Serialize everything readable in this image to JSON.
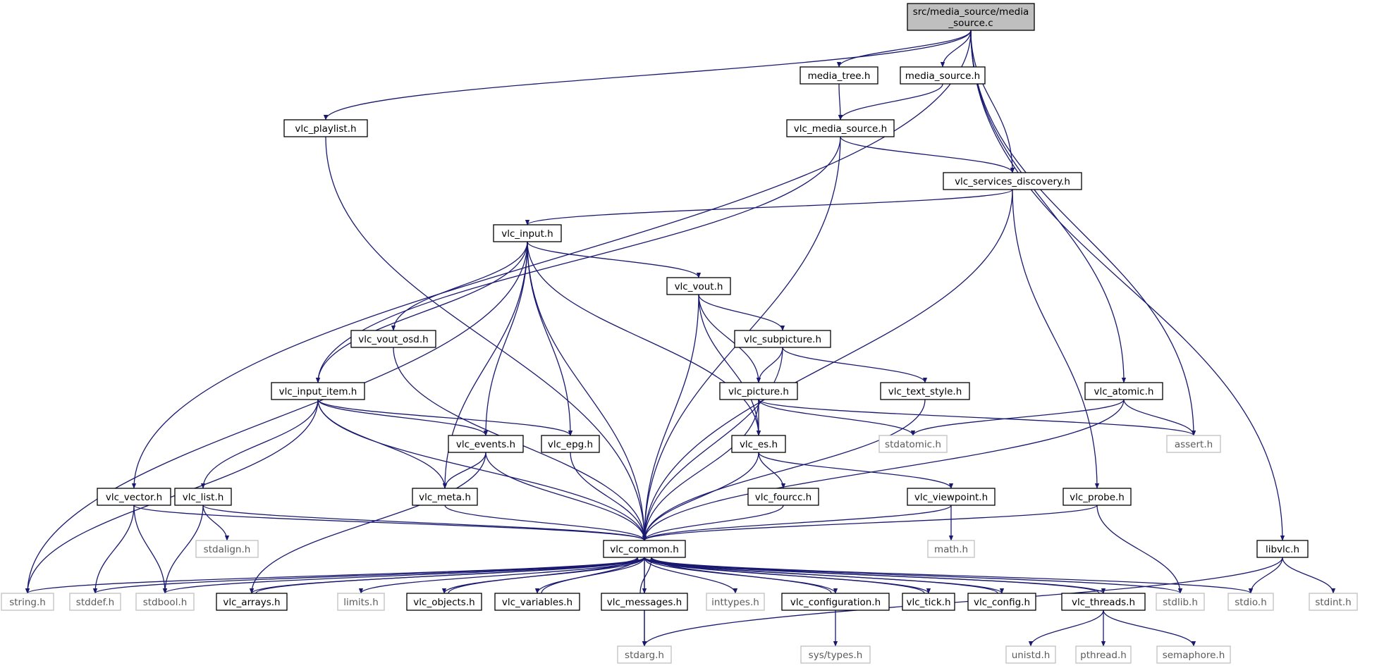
{
  "graph": {
    "title": "",
    "edge_color": "#191970",
    "root_fill": "#bfbfbf",
    "project_border": "#000000",
    "system_border": "#bfbfbf",
    "nodes": [
      {
        "id": "root",
        "lines": [
          "src/media_source/media",
          "_source.c"
        ],
        "kind": "root"
      },
      {
        "id": "media_tree",
        "lines": [
          "media_tree.h"
        ],
        "kind": "project"
      },
      {
        "id": "media_source",
        "lines": [
          "media_source.h"
        ],
        "kind": "project"
      },
      {
        "id": "vlc_playlist",
        "lines": [
          "vlc_playlist.h"
        ],
        "kind": "project"
      },
      {
        "id": "vlc_media_source",
        "lines": [
          "vlc_media_source.h"
        ],
        "kind": "project"
      },
      {
        "id": "vlc_services_discovery",
        "lines": [
          "vlc_services_discovery.h"
        ],
        "kind": "project"
      },
      {
        "id": "vlc_input",
        "lines": [
          "vlc_input.h"
        ],
        "kind": "project"
      },
      {
        "id": "vlc_vout",
        "lines": [
          "vlc_vout.h"
        ],
        "kind": "project"
      },
      {
        "id": "vlc_vout_osd",
        "lines": [
          "vlc_vout_osd.h"
        ],
        "kind": "project"
      },
      {
        "id": "vlc_subpicture",
        "lines": [
          "vlc_subpicture.h"
        ],
        "kind": "project"
      },
      {
        "id": "vlc_input_item",
        "lines": [
          "vlc_input_item.h"
        ],
        "kind": "project"
      },
      {
        "id": "vlc_picture",
        "lines": [
          "vlc_picture.h"
        ],
        "kind": "project"
      },
      {
        "id": "vlc_text_style",
        "lines": [
          "vlc_text_style.h"
        ],
        "kind": "project"
      },
      {
        "id": "vlc_atomic",
        "lines": [
          "vlc_atomic.h"
        ],
        "kind": "project"
      },
      {
        "id": "vlc_events",
        "lines": [
          "vlc_events.h"
        ],
        "kind": "project"
      },
      {
        "id": "vlc_epg",
        "lines": [
          "vlc_epg.h"
        ],
        "kind": "project"
      },
      {
        "id": "vlc_es",
        "lines": [
          "vlc_es.h"
        ],
        "kind": "project"
      },
      {
        "id": "stdatomic",
        "lines": [
          "stdatomic.h"
        ],
        "kind": "system"
      },
      {
        "id": "assert",
        "lines": [
          "assert.h"
        ],
        "kind": "system"
      },
      {
        "id": "vlc_vector",
        "lines": [
          "vlc_vector.h"
        ],
        "kind": "project"
      },
      {
        "id": "vlc_list",
        "lines": [
          "vlc_list.h"
        ],
        "kind": "project"
      },
      {
        "id": "vlc_meta",
        "lines": [
          "vlc_meta.h"
        ],
        "kind": "project"
      },
      {
        "id": "vlc_fourcc",
        "lines": [
          "vlc_fourcc.h"
        ],
        "kind": "project"
      },
      {
        "id": "vlc_viewpoint",
        "lines": [
          "vlc_viewpoint.h"
        ],
        "kind": "project"
      },
      {
        "id": "vlc_probe",
        "lines": [
          "vlc_probe.h"
        ],
        "kind": "project"
      },
      {
        "id": "stdalign",
        "lines": [
          "stdalign.h"
        ],
        "kind": "system"
      },
      {
        "id": "math",
        "lines": [
          "math.h"
        ],
        "kind": "system"
      },
      {
        "id": "libvlc",
        "lines": [
          "libvlc.h"
        ],
        "kind": "project"
      },
      {
        "id": "vlc_common",
        "lines": [
          "vlc_common.h"
        ],
        "kind": "project"
      },
      {
        "id": "string",
        "lines": [
          "string.h"
        ],
        "kind": "system"
      },
      {
        "id": "stddef",
        "lines": [
          "stddef.h"
        ],
        "kind": "system"
      },
      {
        "id": "stdbool",
        "lines": [
          "stdbool.h"
        ],
        "kind": "system"
      },
      {
        "id": "vlc_arrays",
        "lines": [
          "vlc_arrays.h"
        ],
        "kind": "project"
      },
      {
        "id": "limits",
        "lines": [
          "limits.h"
        ],
        "kind": "system"
      },
      {
        "id": "vlc_objects",
        "lines": [
          "vlc_objects.h"
        ],
        "kind": "project"
      },
      {
        "id": "vlc_variables",
        "lines": [
          "vlc_variables.h"
        ],
        "kind": "project"
      },
      {
        "id": "vlc_messages",
        "lines": [
          "vlc_messages.h"
        ],
        "kind": "project"
      },
      {
        "id": "inttypes",
        "lines": [
          "inttypes.h"
        ],
        "kind": "system"
      },
      {
        "id": "vlc_configuration",
        "lines": [
          "vlc_configuration.h"
        ],
        "kind": "project"
      },
      {
        "id": "vlc_tick",
        "lines": [
          "vlc_tick.h"
        ],
        "kind": "project"
      },
      {
        "id": "vlc_config",
        "lines": [
          "vlc_config.h"
        ],
        "kind": "project"
      },
      {
        "id": "vlc_threads",
        "lines": [
          "vlc_threads.h"
        ],
        "kind": "project"
      },
      {
        "id": "stdlib",
        "lines": [
          "stdlib.h"
        ],
        "kind": "system"
      },
      {
        "id": "stdio",
        "lines": [
          "stdio.h"
        ],
        "kind": "system"
      },
      {
        "id": "stdint",
        "lines": [
          "stdint.h"
        ],
        "kind": "system"
      },
      {
        "id": "stdarg",
        "lines": [
          "stdarg.h"
        ],
        "kind": "system"
      },
      {
        "id": "sys_types",
        "lines": [
          "sys/types.h"
        ],
        "kind": "system"
      },
      {
        "id": "unistd",
        "lines": [
          "unistd.h"
        ],
        "kind": "system"
      },
      {
        "id": "pthread",
        "lines": [
          "pthread.h"
        ],
        "kind": "system"
      },
      {
        "id": "semaphore",
        "lines": [
          "semaphore.h"
        ],
        "kind": "system"
      }
    ],
    "edges": [
      [
        "root",
        "vlc_vector"
      ],
      [
        "root",
        "vlc_playlist"
      ],
      [
        "root",
        "media_tree"
      ],
      [
        "root",
        "media_source"
      ],
      [
        "root",
        "vlc_services_discovery"
      ],
      [
        "root",
        "vlc_atomic"
      ],
      [
        "root",
        "assert"
      ],
      [
        "root",
        "libvlc"
      ],
      [
        "media_tree",
        "vlc_media_source"
      ],
      [
        "media_source",
        "vlc_media_source"
      ],
      [
        "vlc_playlist",
        "vlc_common"
      ],
      [
        "vlc_media_source",
        "vlc_input_item"
      ],
      [
        "vlc_media_source",
        "vlc_common"
      ],
      [
        "vlc_media_source",
        "vlc_services_discovery"
      ],
      [
        "vlc_services_discovery",
        "vlc_input"
      ],
      [
        "vlc_services_discovery",
        "vlc_common"
      ],
      [
        "vlc_services_discovery",
        "vlc_probe"
      ],
      [
        "vlc_input",
        "string"
      ],
      [
        "vlc_input",
        "vlc_input_item"
      ],
      [
        "vlc_input",
        "vlc_vout_osd"
      ],
      [
        "vlc_input",
        "vlc_meta"
      ],
      [
        "vlc_input",
        "vlc_events"
      ],
      [
        "vlc_input",
        "vlc_epg"
      ],
      [
        "vlc_input",
        "vlc_common"
      ],
      [
        "vlc_input",
        "vlc_es"
      ],
      [
        "vlc_input",
        "vlc_vout"
      ],
      [
        "vlc_vout",
        "vlc_common"
      ],
      [
        "vlc_vout",
        "vlc_es"
      ],
      [
        "vlc_vout",
        "vlc_picture"
      ],
      [
        "vlc_vout",
        "vlc_subpicture"
      ],
      [
        "vlc_vout_osd",
        "vlc_common"
      ],
      [
        "vlc_subpicture",
        "vlc_picture"
      ],
      [
        "vlc_subpicture",
        "vlc_text_style"
      ],
      [
        "vlc_subpicture",
        "vlc_common"
      ],
      [
        "vlc_input_item",
        "string"
      ],
      [
        "vlc_input_item",
        "vlc_list"
      ],
      [
        "vlc_input_item",
        "vlc_common"
      ],
      [
        "vlc_input_item",
        "vlc_meta"
      ],
      [
        "vlc_input_item",
        "vlc_events"
      ],
      [
        "vlc_input_item",
        "vlc_epg"
      ],
      [
        "vlc_picture",
        "vlc_common"
      ],
      [
        "vlc_picture",
        "vlc_es"
      ],
      [
        "vlc_picture",
        "stdatomic"
      ],
      [
        "vlc_picture",
        "assert"
      ],
      [
        "vlc_text_style",
        "vlc_common"
      ],
      [
        "vlc_atomic",
        "stdatomic"
      ],
      [
        "vlc_atomic",
        "assert"
      ],
      [
        "vlc_atomic",
        "vlc_common"
      ],
      [
        "vlc_events",
        "vlc_meta"
      ],
      [
        "vlc_events",
        "vlc_arrays"
      ],
      [
        "vlc_events",
        "vlc_common"
      ],
      [
        "vlc_epg",
        "vlc_common"
      ],
      [
        "vlc_es",
        "vlc_common"
      ],
      [
        "vlc_es",
        "vlc_fourcc"
      ],
      [
        "vlc_es",
        "vlc_viewpoint"
      ],
      [
        "vlc_vector",
        "stddef"
      ],
      [
        "vlc_vector",
        "stdbool"
      ],
      [
        "vlc_vector",
        "vlc_common"
      ],
      [
        "vlc_list",
        "stdalign"
      ],
      [
        "vlc_list",
        "stdbool"
      ],
      [
        "vlc_list",
        "vlc_common"
      ],
      [
        "vlc_meta",
        "vlc_common"
      ],
      [
        "vlc_fourcc",
        "vlc_common"
      ],
      [
        "vlc_viewpoint",
        "vlc_common"
      ],
      [
        "vlc_viewpoint",
        "math"
      ],
      [
        "vlc_probe",
        "vlc_common"
      ],
      [
        "vlc_probe",
        "stdlib"
      ],
      [
        "libvlc",
        "stdio"
      ],
      [
        "libvlc",
        "stdint"
      ],
      [
        "libvlc",
        "stdarg"
      ],
      [
        "vlc_common",
        "string"
      ],
      [
        "vlc_common",
        "stddef"
      ],
      [
        "vlc_common",
        "stdbool"
      ],
      [
        "vlc_common",
        "vlc_arrays"
      ],
      [
        "vlc_common",
        "limits"
      ],
      [
        "vlc_common",
        "vlc_objects"
      ],
      [
        "vlc_common",
        "vlc_variables"
      ],
      [
        "vlc_common",
        "vlc_messages"
      ],
      [
        "vlc_common",
        "inttypes"
      ],
      [
        "vlc_common",
        "vlc_configuration"
      ],
      [
        "vlc_common",
        "vlc_tick"
      ],
      [
        "vlc_common",
        "vlc_config"
      ],
      [
        "vlc_common",
        "vlc_threads"
      ],
      [
        "vlc_common",
        "stdlib"
      ],
      [
        "vlc_common",
        "stdio"
      ],
      [
        "vlc_common",
        "stdarg"
      ],
      [
        "vlc_arrays",
        "vlc_common"
      ],
      [
        "vlc_objects",
        "vlc_common"
      ],
      [
        "vlc_variables",
        "vlc_common"
      ],
      [
        "vlc_messages",
        "vlc_common"
      ],
      [
        "vlc_configuration",
        "vlc_common"
      ],
      [
        "vlc_tick",
        "vlc_common"
      ],
      [
        "vlc_config",
        "vlc_common"
      ],
      [
        "vlc_threads",
        "vlc_common"
      ],
      [
        "vlc_messages",
        "stdarg"
      ],
      [
        "vlc_configuration",
        "sys_types"
      ],
      [
        "vlc_threads",
        "unistd"
      ],
      [
        "vlc_threads",
        "pthread"
      ],
      [
        "vlc_threads",
        "semaphore"
      ]
    ]
  }
}
